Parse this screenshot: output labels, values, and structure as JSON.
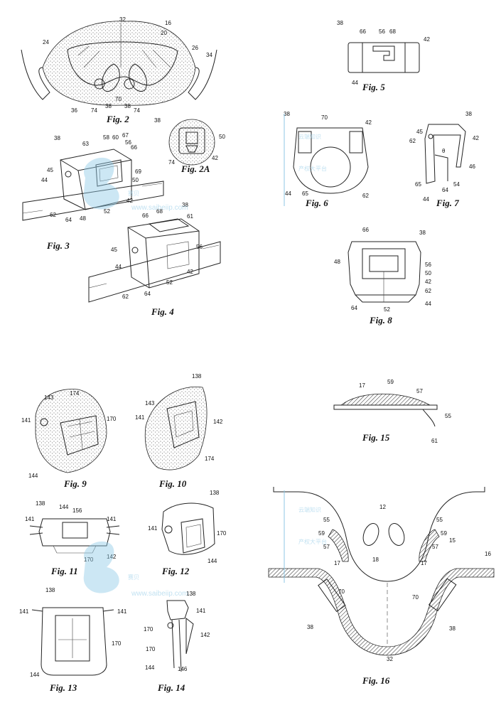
{
  "captions": {
    "fig2": "Fig. 2",
    "fig2a": "Fig. 2A",
    "fig3": "Fig. 3",
    "fig4": "Fig. 4",
    "fig5": "Fig. 5",
    "fig6": "Fig. 6",
    "fig7": "Fig. 7",
    "fig8": "Fig. 8",
    "fig9": "Fig. 9",
    "fig10": "Fig. 10",
    "fig11": "Fig. 11",
    "fig12": "Fig. 12",
    "fig13": "Fig. 13",
    "fig14": "Fig. 14",
    "fig15": "Fig. 15",
    "fig16": "Fig. 16"
  },
  "refs": {
    "fig2": [
      "32",
      "16",
      "20",
      "24",
      "26",
      "34",
      "36",
      "74",
      "38",
      "70",
      "38",
      "74"
    ],
    "fig2a": [
      "38",
      "50",
      "42",
      "74"
    ],
    "fig3": [
      "38",
      "63",
      "58",
      "60",
      "67",
      "56",
      "66",
      "45",
      "69",
      "50",
      "44",
      "42",
      "52",
      "62",
      "64",
      "48"
    ],
    "fig4": [
      "66",
      "68",
      "38",
      "61",
      "45",
      "56",
      "44",
      "42",
      "52",
      "62",
      "64"
    ],
    "fig5": [
      "38",
      "66",
      "56",
      "68",
      "42",
      "44"
    ],
    "fig6": [
      "38",
      "70",
      "42",
      "44",
      "65",
      "62"
    ],
    "fig7": [
      "38",
      "45",
      "62",
      "42",
      "46",
      "65",
      "64",
      "54",
      "44"
    ],
    "fig8": [
      "66",
      "38",
      "48",
      "56",
      "50",
      "42",
      "62",
      "64",
      "52",
      "44"
    ],
    "fig9": [
      "143",
      "174",
      "141",
      "170",
      "144"
    ],
    "fig10": [
      "138",
      "143",
      "141",
      "142",
      "174"
    ],
    "fig11": [
      "138",
      "144",
      "156",
      "141",
      "141",
      "170",
      "142"
    ],
    "fig12": [
      "138",
      "141",
      "170",
      "144"
    ],
    "fig13": [
      "138",
      "141",
      "141",
      "170",
      "144"
    ],
    "fig14": [
      "138",
      "141",
      "170",
      "142",
      "170",
      "144",
      "146"
    ],
    "fig15": [
      "17",
      "59",
      "57",
      "55",
      "61"
    ],
    "fig16": [
      "16",
      "12",
      "55",
      "55",
      "59",
      "59",
      "57",
      "17",
      "18",
      "17",
      "15",
      "57",
      "70",
      "70",
      "38",
      "38",
      "32"
    ]
  },
  "watermark": {
    "brand": "赛贝",
    "cn_line1": "云端知识",
    "cn_line2": "产权大平台",
    "url": "www.saibeiip.com"
  }
}
